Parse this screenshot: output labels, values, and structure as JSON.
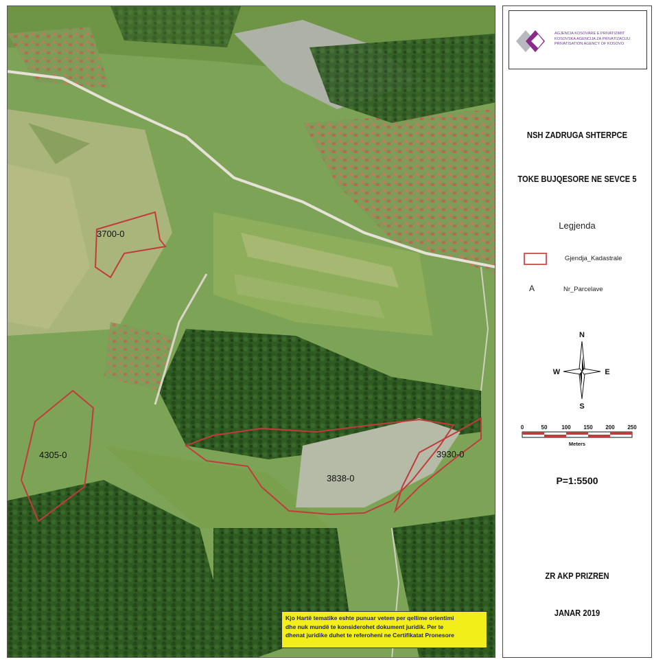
{
  "parcels": [
    {
      "id": "3700-0"
    },
    {
      "id": "4305-0"
    },
    {
      "id": "3838-0"
    },
    {
      "id": "3930-0"
    }
  ],
  "disclaimer": {
    "line1": "Kjo Hartë tematike eshte punuar vetem per qellime orientimi",
    "line2": "dhe nuk mundë te konsiderohet dokument juridik. Per te",
    "line3": "dhenat juridike duhet te referoheni ne Certifikatat Pronesore"
  },
  "panel": {
    "agency": {
      "line1": "AGJENCIA KOSOVARE E PRIVATIZIMIT",
      "line2": "KOSOVSKA AGENCIJA ZA PRIVATIZACIJU",
      "line3": "PRIVATISATION AGENCY OF KOSOVO"
    },
    "title1": "NSH ZADRUGA SHTERPCE",
    "title2": "TOKE BUJQESORE NE SEVCE 5",
    "legend": {
      "title": "Legjenda",
      "kadastrale": "Gjendja_Kadastrale",
      "symbol": "A",
      "parcelat": "Nr_Parcelave"
    },
    "compass": {
      "n": "N",
      "s": "S",
      "e": "E",
      "w": "W"
    },
    "scale": {
      "ticks": [
        "0",
        "50",
        "100",
        "150",
        "200",
        "250"
      ],
      "unit": "Meters",
      "ratio": "P=1:5500"
    },
    "office": "ZR AKP PRIZREN",
    "date": "JANAR 2019"
  },
  "colors": {
    "parcel_outline": "#c23b3b",
    "disclaimer_bg": "#f2ee1a",
    "logo_purple": "#8a2a8a"
  }
}
